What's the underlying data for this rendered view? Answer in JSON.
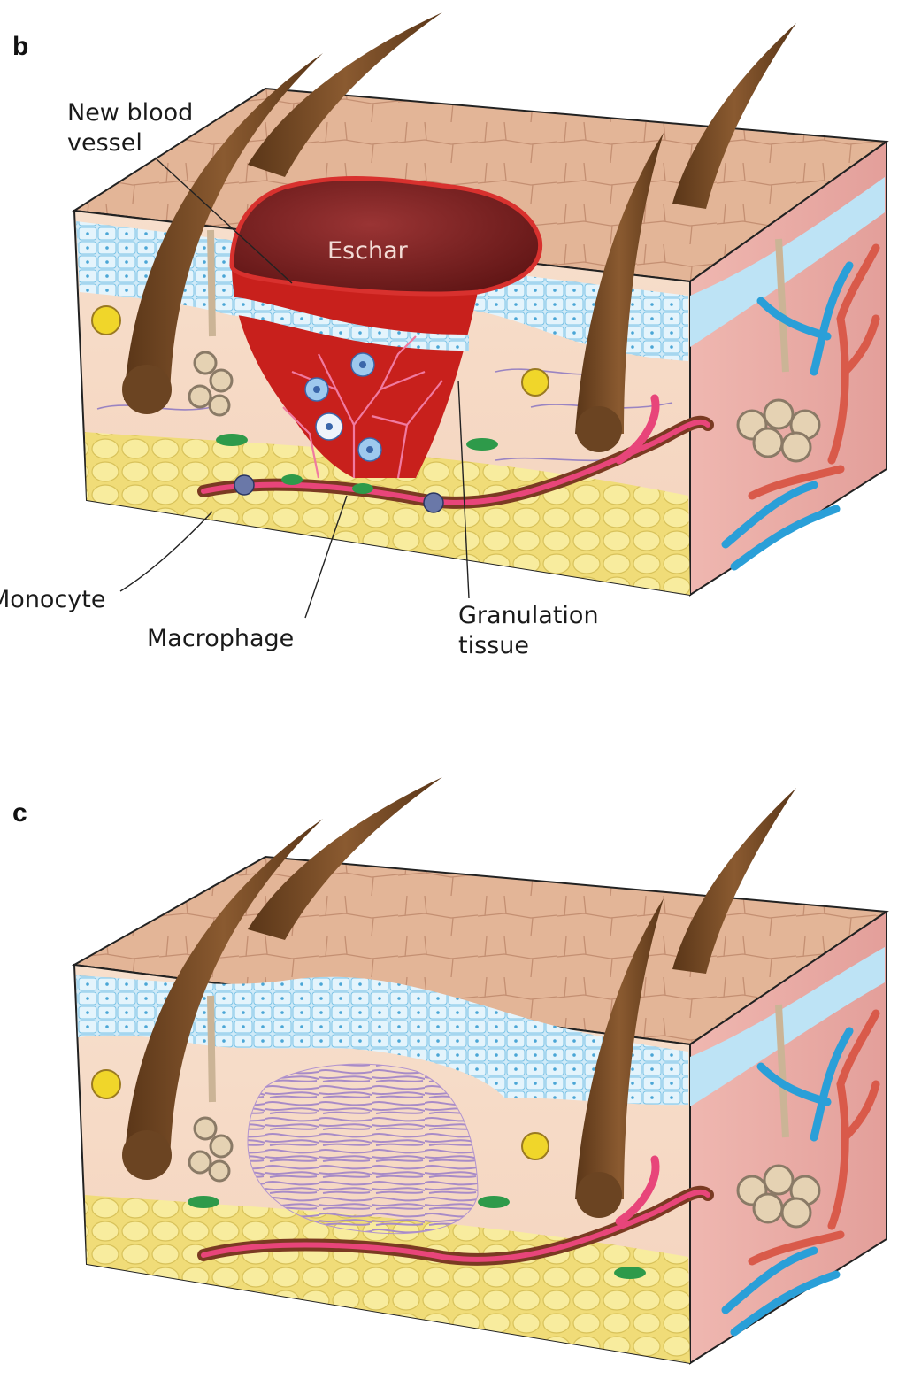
{
  "panels": [
    {
      "letter": "b",
      "labels": {
        "new_blood_vessel": [
          "New blood",
          "vessel"
        ],
        "eschar": "Eschar",
        "monocyte": "Monocyte",
        "macrophage": "Macrophage",
        "granulation_tissue": [
          "Granulation",
          "tissue"
        ]
      }
    },
    {
      "letter": "c"
    }
  ],
  "colors": {
    "skin_surface": "#e8b89a",
    "epidermis_blue": "#bfe3f5",
    "dermis": "#f6d9c2",
    "fat": "#f3e48a",
    "hair": "#6b4422",
    "eschar": "#7a1e1e",
    "granulation": "#c8201c",
    "vessel_red": "#d8364a",
    "vein_blue": "#2a9fd8",
    "scar_purple": "#b294cf"
  }
}
